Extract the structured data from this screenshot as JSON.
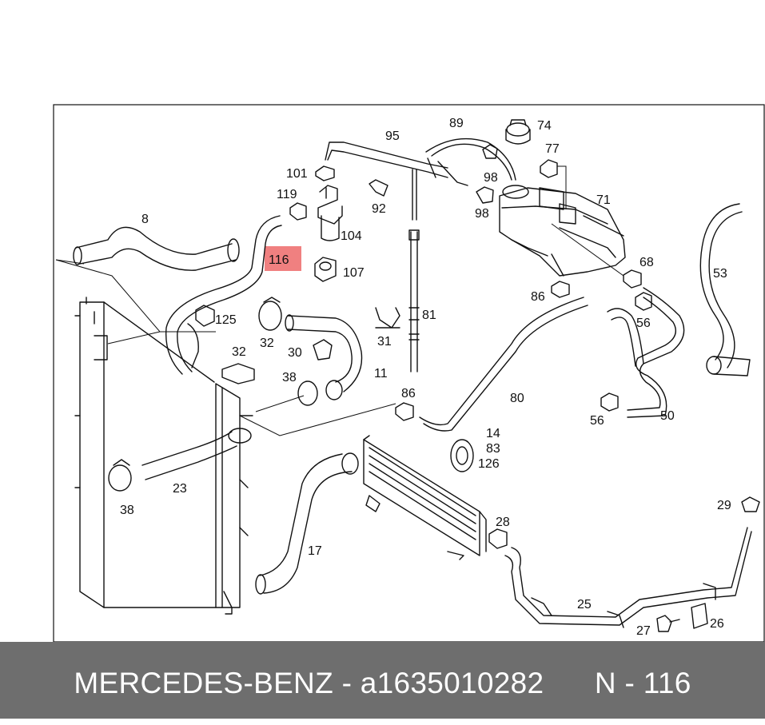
{
  "diagram": {
    "highlight": {
      "label": "116",
      "color": "#f08080"
    },
    "labels": [
      "95",
      "89",
      "74",
      "77",
      "101",
      "98",
      "119",
      "92",
      "98",
      "71",
      "8",
      "104",
      "107",
      "68",
      "53",
      "86",
      "125",
      "81",
      "56",
      "32",
      "31",
      "30",
      "11",
      "32",
      "38",
      "86",
      "80",
      "56",
      "50",
      "14",
      "83",
      "126",
      "23",
      "28",
      "29",
      "38",
      "17",
      "25",
      "27",
      "26"
    ]
  },
  "footer": {
    "brand": "MERCEDES-BENZ",
    "separator": " - ",
    "part_number": "a1635010282",
    "code": "N - 116",
    "background": "#6e6e6e"
  }
}
